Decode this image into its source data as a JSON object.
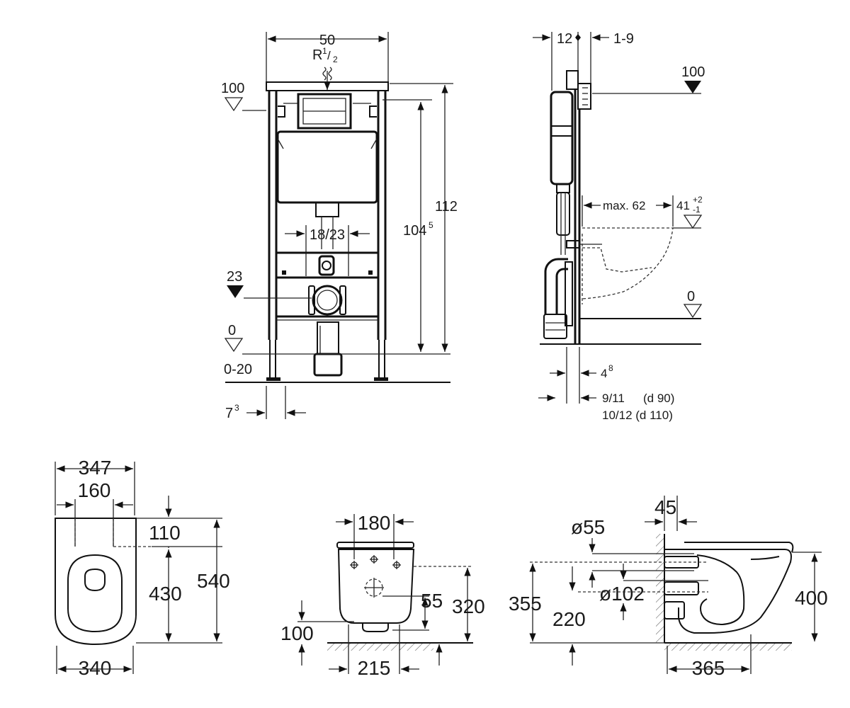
{
  "colors": {
    "line": "#111111",
    "background": "#ffffff"
  },
  "front_view": {
    "width": "50",
    "thread": "R",
    "thread_frac_num": "1",
    "thread_frac_den": "2",
    "level_top": "100",
    "level_mid": "23",
    "level_floor": "0",
    "floor_range": "0-20",
    "height_total": "112",
    "height_inner": "104",
    "height_inner_sup": "5",
    "pipe_span": "18/23",
    "foot_offset": "7",
    "foot_offset_sup": "3"
  },
  "side_view": {
    "top_a": "12",
    "top_b": "1-9",
    "level_top": "100",
    "max_label": "max. 62",
    "height_41": "41",
    "tol_plus": "+2",
    "tol_minus": "-1",
    "level_floor": "0",
    "offset_4": "4",
    "offset_4_sup": "8",
    "d90_range": "9/11",
    "d90_label": "(d 90)",
    "d110_line": "10/12 (d 110)"
  },
  "top_view": {
    "w347": "347",
    "w160": "160",
    "d110": "110",
    "d430": "430",
    "d540": "540",
    "w340": "340"
  },
  "back_view": {
    "w180": "180",
    "h55": "55",
    "h320": "320",
    "h100": "100",
    "w215": "215"
  },
  "profile_view": {
    "w45": "45",
    "d55": "ø55",
    "d102": "ø102",
    "h355": "355",
    "h220": "220",
    "h400": "400",
    "w365": "365"
  }
}
